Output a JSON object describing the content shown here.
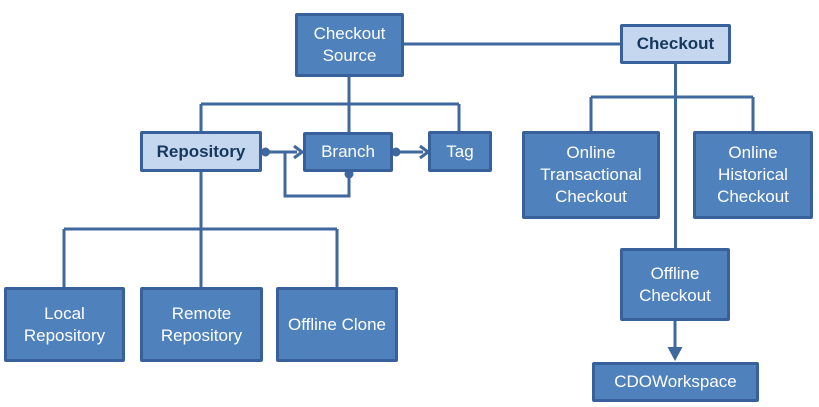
{
  "colors": {
    "node_fill": "#4F81BD",
    "node_border": "#38619C",
    "node_text": "#FFFFFF",
    "light_fill": "#C4D7EE",
    "light_text": "#17375D",
    "connector": "#3E689E"
  },
  "nodes": [
    {
      "id": "checkout-source",
      "label": "Checkout Source",
      "variant": "dark"
    },
    {
      "id": "checkout",
      "label": "Checkout",
      "variant": "light"
    },
    {
      "id": "repository",
      "label": "Repository",
      "variant": "light"
    },
    {
      "id": "branch",
      "label": "Branch",
      "variant": "dark"
    },
    {
      "id": "tag",
      "label": "Tag",
      "variant": "dark"
    },
    {
      "id": "online-transactional-checkout",
      "label": "Online Transactional Checkout",
      "variant": "dark"
    },
    {
      "id": "online-historical-checkout",
      "label": "Online Historical Checkout",
      "variant": "dark"
    },
    {
      "id": "offline-checkout",
      "label": "Offline Checkout",
      "variant": "dark"
    },
    {
      "id": "cdoworkspace",
      "label": "CDOWorkspace",
      "variant": "dark"
    },
    {
      "id": "local-repository",
      "label": "Local Repository",
      "variant": "dark"
    },
    {
      "id": "remote-repository",
      "label": "Remote Repository",
      "variant": "dark"
    },
    {
      "id": "offline-clone",
      "label": "Offline Clone",
      "variant": "dark"
    }
  ]
}
